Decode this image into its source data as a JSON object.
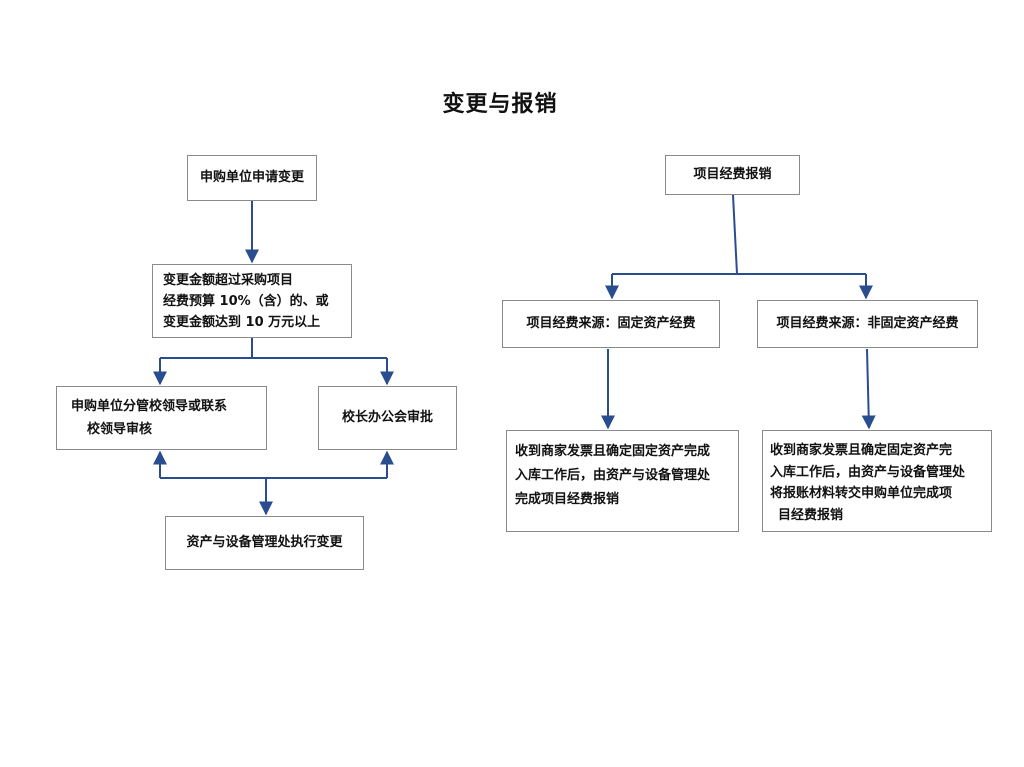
{
  "title": "变更与报销",
  "left": {
    "apply": "申购单位申请变更",
    "condition": [
      "变更金额超过采购项目",
      "经费预算 10%（含）的、或",
      "变更金额达到 10 万元以上"
    ],
    "leader_review": [
      "申购单位分管校领导或联系",
      "校领导审核"
    ],
    "office_meeting": "校长办公会审批",
    "execute": "资产与设备管理处执行变更"
  },
  "right": {
    "reimburse": "项目经费报销",
    "fixed_source": "项目经费来源：固定资产经费",
    "nonfixed_source": "项目经费来源：非固定资产经费",
    "fixed_result": [
      "收到商家发票且确定固定资产完成",
      "入库工作后，由资产与设备管理处",
      "完成项目经费报销"
    ],
    "nonfixed_result": [
      "收到商家发票且确定固定资产完",
      "入库工作后，由资产与设备管理处",
      "将报账材料转交申购单位完成项",
      "目经费报销"
    ]
  },
  "colors": {
    "arrow": "#2a4d8f",
    "border": "#8a8a8a"
  }
}
